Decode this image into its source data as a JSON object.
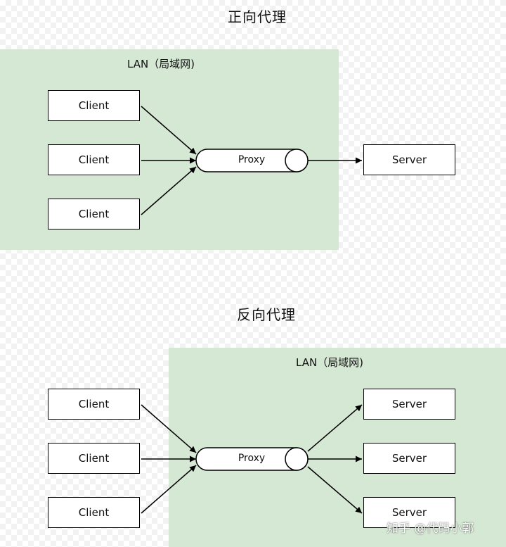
{
  "forward": {
    "title": "正向代理",
    "lan_label": "LAN（局域网)",
    "clients": [
      "Client",
      "Client",
      "Client"
    ],
    "proxy_label": "Proxy",
    "server": "Server"
  },
  "reverse": {
    "title": "反向代理",
    "lan_label": "LAN（局域网)",
    "clients": [
      "Client",
      "Client",
      "Client"
    ],
    "proxy_label": "Proxy",
    "servers": [
      "Server",
      "Server",
      "Server"
    ]
  },
  "watermark": "知乎 @代码小郭",
  "colors": {
    "lan_fill": "#d5e8d4",
    "stroke": "#000000",
    "box_fill": "#ffffff"
  }
}
